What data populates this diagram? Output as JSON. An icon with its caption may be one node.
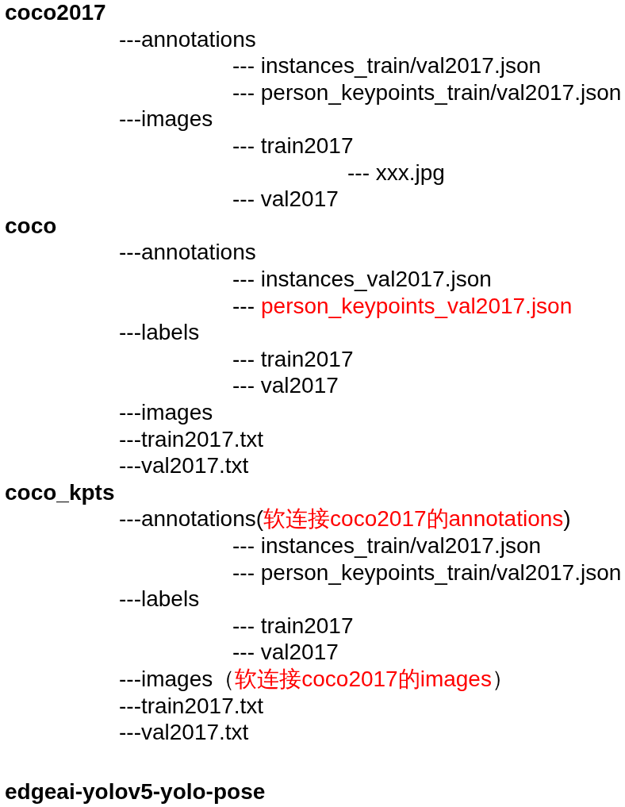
{
  "diagram": {
    "labels": [
      "coco2017",
      "---annotations",
      "--- instances_train/val2017.json",
      "--- person_keypoints_train/val2017.json",
      "---images",
      "--- train2017",
      "--- xxx.jpg",
      "--- val2017",
      "coco",
      "---annotations",
      "--- instances_val2017.json",
      "---",
      "person_keypoints_val2017.json",
      "---labels",
      "--- train2017",
      "--- val2017",
      "---images",
      "---train2017.txt",
      "---val2017.txt",
      "coco_kpts",
      "---annotations(",
      "软连接coco2017的annotations",
      ")",
      "--- instances_train/val2017.json",
      "--- person_keypoints_train/val2017.json",
      "---labels",
      "--- train2017",
      "--- val2017",
      "---images（",
      "软连接coco2017的images",
      "）",
      "---train2017.txt",
      "---val2017.txt",
      "edgeai-yolov5-yolo-pose"
    ]
  }
}
